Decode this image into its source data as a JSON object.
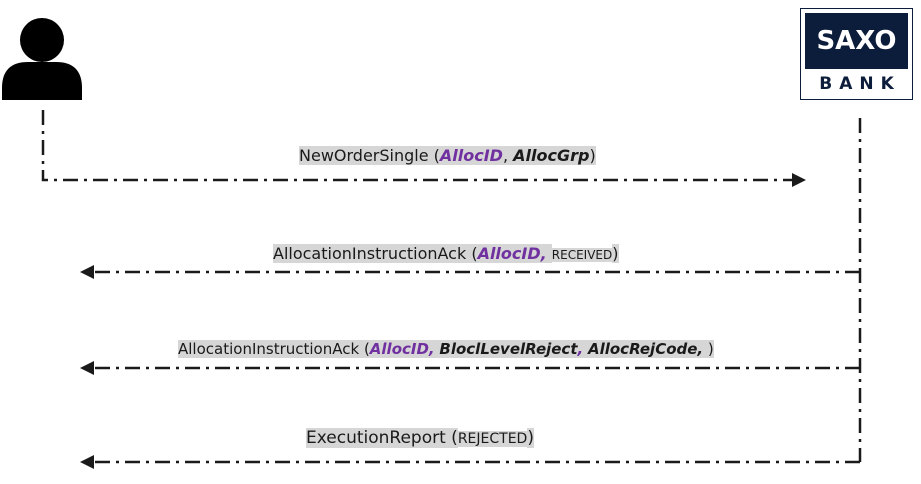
{
  "actors": {
    "client_icon": "person-icon",
    "bank_logo": {
      "top_text": "SAXO",
      "bottom_text": "BANK",
      "colors": {
        "navy": "#0c1d3c",
        "white": "#ffffff"
      }
    }
  },
  "messages": [
    {
      "direction": "client-to-bank",
      "name": "NewOrderSingle",
      "open": " (",
      "field_1": "AllocID",
      "sep_1": ", ",
      "field_2": "AllocGrp",
      "close": ")"
    },
    {
      "direction": "bank-to-client",
      "name": "AllocationInstructionAck",
      "open": " (",
      "field_1": "AllocID,",
      "status": "RECEIVED",
      "close": ")"
    },
    {
      "direction": "bank-to-client",
      "name": "AllocationInstructionAck",
      "open": " (",
      "field_1": "AllocID,",
      "field_2": "BloclLevelReject",
      "sep_2": ",",
      "field_3": "AllocRejCode,",
      "close": " )"
    },
    {
      "direction": "bank-to-client",
      "name": "ExecutionReport",
      "open": " (",
      "status": "REJECTED",
      "close": ")"
    }
  ],
  "colors": {
    "line": "#1a1a1a",
    "highlight": "#d6d6d6",
    "accent": "#7030a0"
  }
}
